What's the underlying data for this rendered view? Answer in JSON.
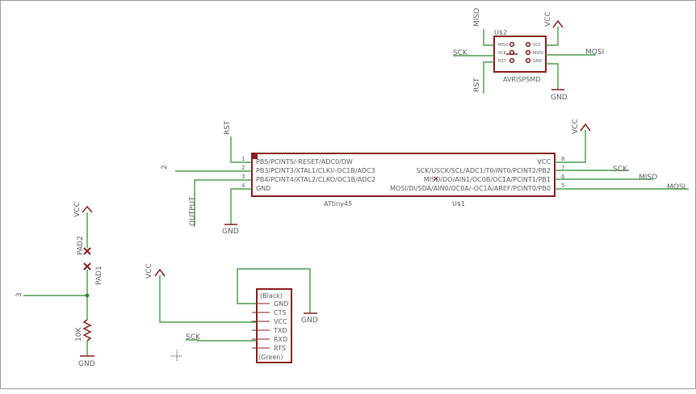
{
  "isp": {
    "name": "U$2",
    "value": "AVRISPSMD",
    "pins_left": [
      "MISO",
      "SCK",
      "RST"
    ],
    "pins_right": [
      "VCC",
      "MOSI",
      "GND"
    ],
    "nets": {
      "miso": "MISO",
      "sck": "SCK",
      "rst": "RST",
      "vcc": "VCC",
      "mosi": "MOSI",
      "gnd": "GND"
    }
  },
  "mcu": {
    "name": "U$1",
    "value": "ATtiny45",
    "left_pins": [
      {
        "num": "1",
        "name": "PB5/PCINT5/-RESET/ADC0/DW"
      },
      {
        "num": "2",
        "name": "PB3/PCINT3/XTAL1/CLKI/-OC1B/ADC3"
      },
      {
        "num": "3",
        "name": "PB4/PCINT4/XTAL2/CLKO/OC1B/ADC2"
      },
      {
        "num": "4",
        "name": "GND"
      }
    ],
    "right_pins": [
      {
        "num": "8",
        "name": "VCC"
      },
      {
        "num": "7",
        "name": "SCK/USCK/SCL/ADC1/T0/INT0/PCINT2/PB2"
      },
      {
        "num": "6",
        "name": "MISO/DO/AIN1/OC0B/OC1A/PCINT1/PB1"
      },
      {
        "num": "5",
        "name": "MOSI/DI/SDA/AIN0/OC0A/-OC1A/AREF/PCINT0/PB0"
      }
    ],
    "nets": {
      "rst": "RST",
      "two": "2",
      "output": "OUTPUT",
      "gnd": "GND",
      "vcc": "VCC",
      "sck": "SCK",
      "miso": "MISO",
      "mosi": "MOSI"
    }
  },
  "pads": {
    "vcc": "VCC",
    "pad2": "PAD2",
    "pad1": "PAD1",
    "net3": "3",
    "resistor": "10K",
    "gnd": "GND"
  },
  "ftdi": {
    "top": "(Black)",
    "bottom": "(Green)",
    "pins": [
      "GND",
      "CTS",
      "VCC",
      "TXD",
      "RXD",
      "RTS"
    ],
    "nets": {
      "vcc": "VCC",
      "gnd": "GND",
      "sck": "SCK"
    }
  },
  "colors": {
    "wire": "#2e8b2e",
    "part": "#8b2020",
    "text": "#606060"
  }
}
